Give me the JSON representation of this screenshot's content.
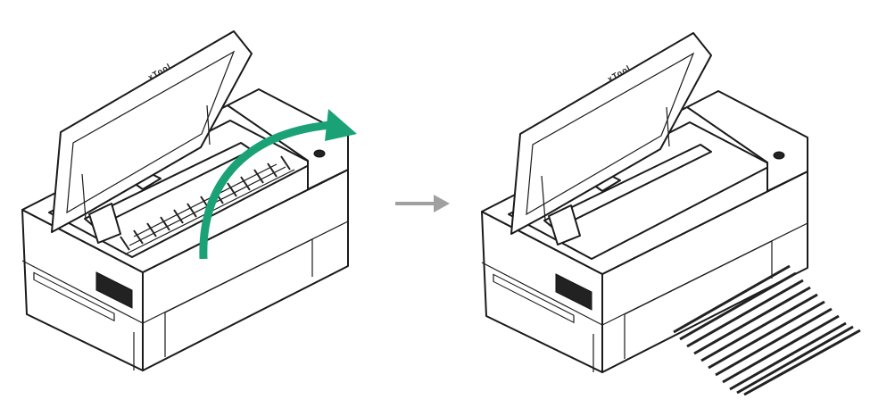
{
  "figure": {
    "logo": "xTool",
    "colors": {
      "line": "#1a1a1a",
      "rotate_arrow": "#1aa276",
      "step_arrow": "#a0a0a0"
    },
    "steps": [
      {
        "state": "remove-honeycomb-slats"
      },
      {
        "state": "slats-removed"
      }
    ]
  }
}
